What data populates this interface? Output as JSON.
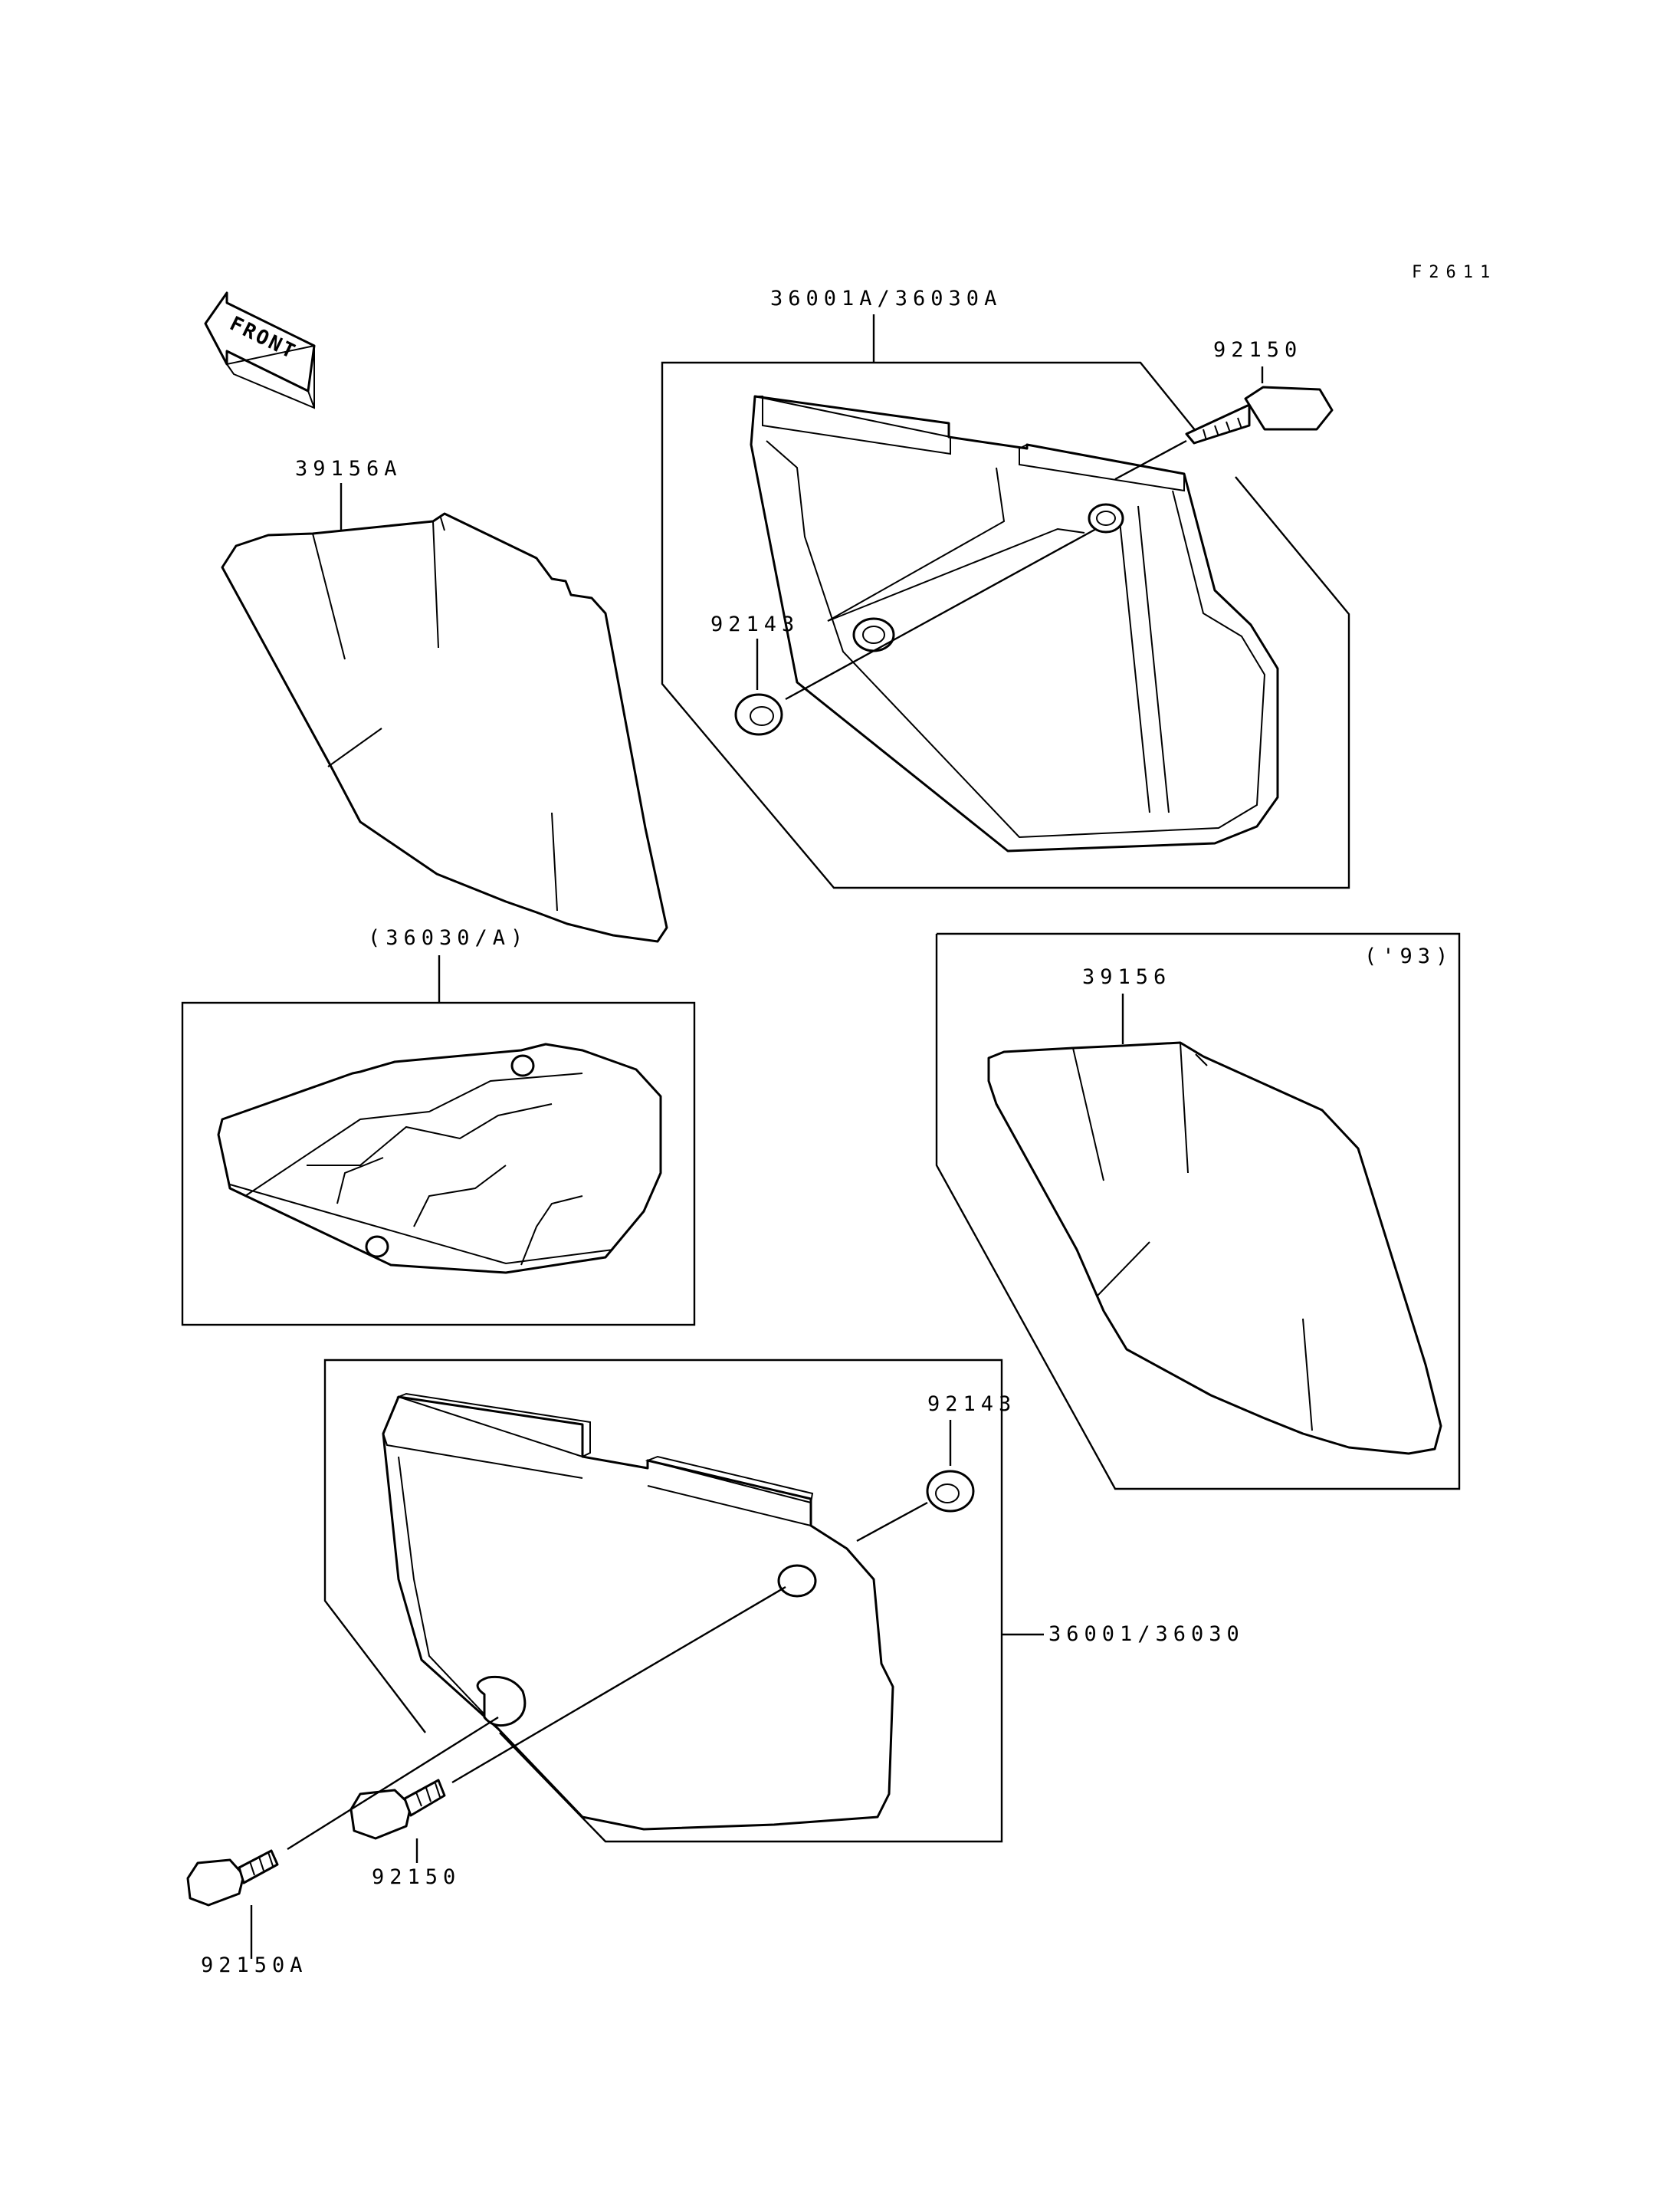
{
  "figure_code": "F2611",
  "front_label": "FRONT",
  "callouts": {
    "cover_a": "36001A/36030A",
    "bolt_top": "92150",
    "grommet_top": "92143",
    "pad_left": "39156A",
    "inset_label": "(36030/A)",
    "year_note": "('93)",
    "pad_right": "39156",
    "grommet_bottom": "92143",
    "cover_b": "36001/36030",
    "bolt_bottom": "92150",
    "bolt_a": "92150A"
  }
}
